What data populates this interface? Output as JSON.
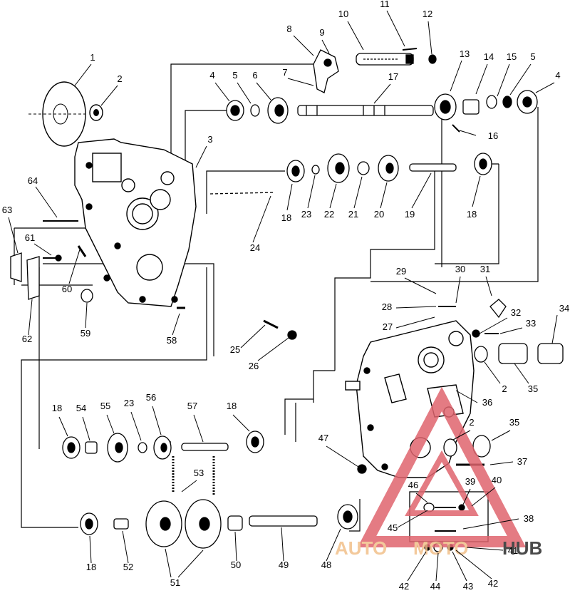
{
  "diagram": {
    "part_numbers": [
      "1",
      "2",
      "3",
      "4",
      "5",
      "6",
      "7",
      "8",
      "9",
      "10",
      "11",
      "12",
      "13",
      "14",
      "15",
      "5",
      "4",
      "16",
      "17",
      "18",
      "23",
      "22",
      "21",
      "20",
      "19",
      "18",
      "24",
      "64",
      "63",
      "61",
      "60",
      "62",
      "59",
      "58",
      "29",
      "30",
      "31",
      "28",
      "27",
      "32",
      "33",
      "34",
      "25",
      "26",
      "35",
      "2",
      "36",
      "18",
      "54",
      "55",
      "23",
      "56",
      "57",
      "18",
      "47",
      "2",
      "35",
      "37",
      "46",
      "39",
      "40",
      "53",
      "45",
      "38",
      "41",
      "18",
      "52",
      "51",
      "50",
      "49",
      "48",
      "42",
      "44",
      "43",
      "42"
    ]
  },
  "watermark": {
    "word_left": "AUTO",
    "word_middle": "MOTO",
    "word_right": "HUB",
    "color_primary": "#e0646e",
    "color_secondary": "#f2c08a",
    "color_dark": "#2b2b2b"
  }
}
